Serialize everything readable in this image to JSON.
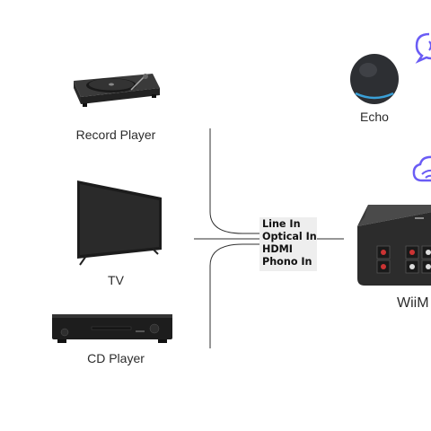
{
  "devices": {
    "record_player": "Record Player",
    "tv": "TV",
    "cd_player": "CD Player",
    "echo": "Echo",
    "wiim": "WiiM"
  },
  "inputs": [
    "Line In",
    "Optical In",
    "HDMI",
    "Phono In"
  ],
  "icons": [
    "turntable-icon",
    "tv-icon",
    "cd-player-icon",
    "smart-speaker-icon",
    "voice-command-icon",
    "wifi-cloud-icon",
    "streamer-icon"
  ],
  "colors": {
    "line": "#2f2f2f",
    "accent": "#6a5cf5",
    "box": "#eeeeee"
  }
}
